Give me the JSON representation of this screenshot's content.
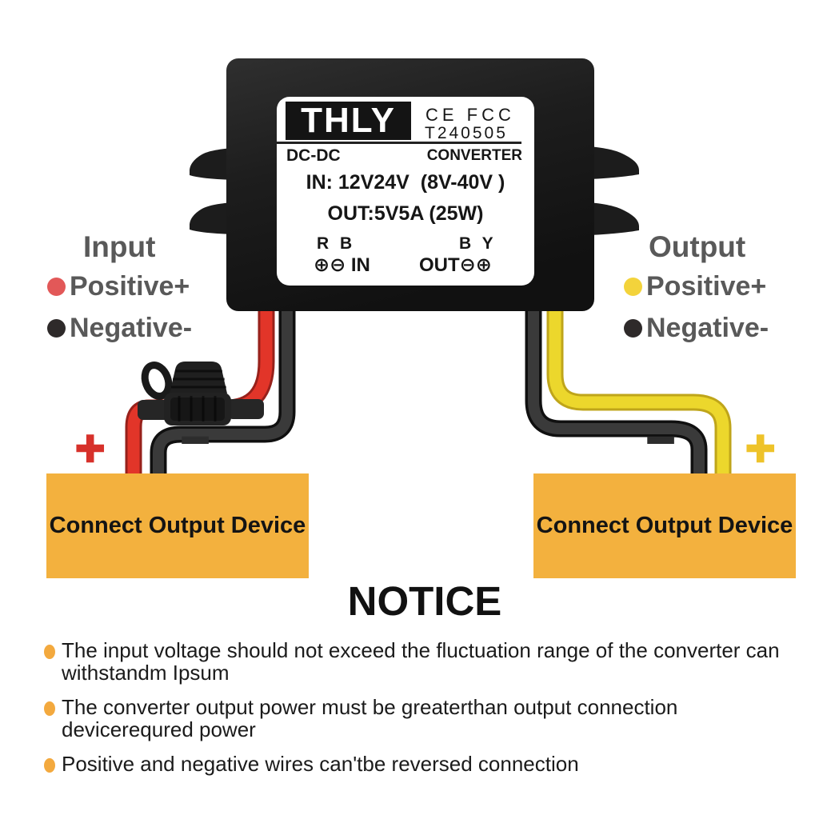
{
  "converter": {
    "brand": "THLY",
    "certification": "CE FCC",
    "model": "T240505",
    "type_left": "DC-DC",
    "type_right": "CONVERTER",
    "input_spec": "IN: 12V24V  (8V-40V )",
    "output_spec": "OUT:5V5A (25W)",
    "input_wire_codes": "R B",
    "output_wire_codes": "B Y",
    "input_terminals": "⊕⊖ IN",
    "output_terminals": "OUT⊖⊕"
  },
  "input_legend": {
    "title": "Input",
    "positive_label": "Positive+",
    "negative_label": "Negative-"
  },
  "output_legend": {
    "title": "Output",
    "positive_label": "Positive+",
    "negative_label": "Negative-"
  },
  "terminal_marks": {
    "left_plus": "+",
    "left_minus": "−",
    "right_minus": "−",
    "right_plus": "+"
  },
  "left_device_box": {
    "label": "Connect Output Device"
  },
  "right_device_box": {
    "label": "Connect Output Device"
  },
  "notice": {
    "title": "NOTICE",
    "items": [
      "The input voltage should not exceed the fluctuation range of the converter can withstandm Ipsum",
      "The converter output power must be greaterthan output connection devicerequred power",
      "Positive and negative wires can'tbe reversed connection"
    ]
  },
  "colors": {
    "wire_red": "#e23529",
    "wire_yellow": "#ecd72c",
    "wire_black": "#3a3a3a",
    "converter_body": "#1d1d1d",
    "device_box_orange": "#f3b13e",
    "bullet_orange": "#f3a93e",
    "positive_dot_red": "#e25858",
    "positive_dot_yellow": "#f3d33b",
    "negative_dot_black": "#2e2a2a",
    "legend_text_gray": "#595959",
    "plus_red": "#d7312b",
    "plus_yellow": "#eec32a"
  }
}
